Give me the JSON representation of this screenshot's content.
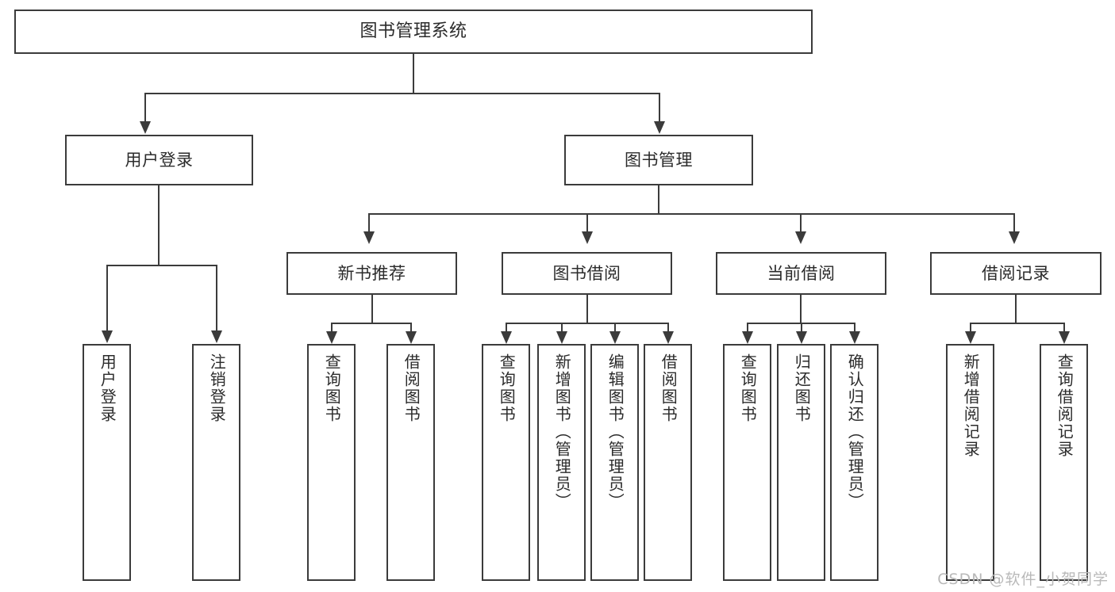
{
  "diagram": {
    "type": "tree",
    "title": "图书管理系统",
    "watermark": "CSDN @软件_小贺同学",
    "colors": {
      "stroke": "#3b3b3b",
      "background": "#ffffff",
      "text": "#2b2b2b",
      "watermark": "#b9b9b9"
    },
    "root": {
      "label": "图书管理系统"
    },
    "level2": [
      {
        "label": "用户登录"
      },
      {
        "label": "图书管理"
      }
    ],
    "level3": [
      {
        "label": "新书推荐"
      },
      {
        "label": "图书借阅"
      },
      {
        "label": "当前借阅"
      },
      {
        "label": "借阅记录"
      }
    ],
    "leaves": {
      "user_login": [
        {
          "label": "用户登录"
        },
        {
          "label": "注销登录"
        }
      ],
      "new_book": [
        {
          "label": "查询图书"
        },
        {
          "label": "借阅图书"
        }
      ],
      "book_borrow": [
        {
          "label": "查询图书"
        },
        {
          "label": "新增图书（管理员）"
        },
        {
          "label": "编辑图书（管理员）"
        },
        {
          "label": "借阅图书"
        }
      ],
      "current_borrow": [
        {
          "label": "查询图书"
        },
        {
          "label": "归还图书"
        },
        {
          "label": "确认归还（管理员）"
        }
      ],
      "borrow_record": [
        {
          "label": "新增借阅记录"
        },
        {
          "label": "查询借阅记录"
        }
      ]
    }
  }
}
